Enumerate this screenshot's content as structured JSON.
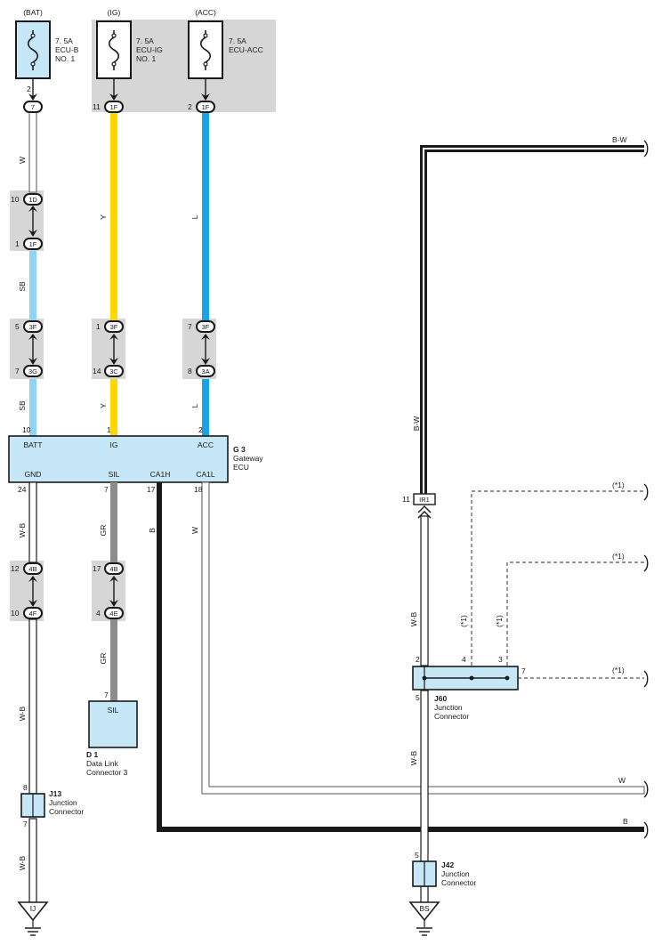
{
  "fuses": [
    {
      "supply": "(BAT)",
      "rating": "7. 5A",
      "name1": "ECU-B",
      "name2": "NO. 1",
      "pin": "2",
      "connector": "7"
    },
    {
      "supply": "(IG)",
      "rating": "7. 5A",
      "name1": "ECU-IG",
      "name2": "NO. 1",
      "pin": "11",
      "connector": "1F"
    },
    {
      "supply": "(ACC)",
      "rating": "7. 5A",
      "name1": "ECU-ACC",
      "name2": "",
      "pin": "2",
      "connector": "1F"
    }
  ],
  "wire_labels": {
    "w": "W",
    "y": "Y",
    "l": "L",
    "sb": "SB",
    "wb": "W-B",
    "gr": "GR",
    "b": "B",
    "bw": "B-W"
  },
  "inline_connectors": {
    "c1d": {
      "pin": "10",
      "label": "1D"
    },
    "c1f": {
      "pin": "1",
      "label": "1F"
    },
    "c3f_bat": {
      "pin": "5",
      "label": "3F"
    },
    "c3g": {
      "pin": "7",
      "label": "3G"
    },
    "c3f_ig": {
      "pin": "1",
      "label": "3F"
    },
    "c3c": {
      "pin": "14",
      "label": "3C"
    },
    "c3f_acc": {
      "pin": "7",
      "label": "3F"
    },
    "c3a": {
      "pin": "8",
      "label": "3A"
    },
    "c4b_gnd": {
      "pin": "12",
      "label": "4B"
    },
    "c4f": {
      "pin": "10",
      "label": "4F"
    },
    "c4b_sil": {
      "pin": "17",
      "label": "4B"
    },
    "c4e": {
      "pin": "4",
      "label": "4E"
    },
    "ir1": {
      "pin": "11",
      "label": "IR1"
    }
  },
  "gateway_ecu": {
    "id": "G 3",
    "name1": "Gateway",
    "name2": "ECU",
    "top_terminals": [
      {
        "pin": "10",
        "name": "BATT"
      },
      {
        "pin": "1",
        "name": "IG"
      },
      {
        "pin": "2",
        "name": "ACC"
      }
    ],
    "bottom_terminals": [
      {
        "pin": "24",
        "name": "GND"
      },
      {
        "pin": "7",
        "name": "SIL"
      },
      {
        "pin": "17",
        "name": "CA1H"
      },
      {
        "pin": "18",
        "name": "CA1L"
      }
    ]
  },
  "dlc": {
    "id": "D 1",
    "name1": "Data Link",
    "name2": "Connector 3",
    "pin": "7",
    "terminal": "SIL"
  },
  "j13": {
    "id": "J13",
    "name1": "Junction",
    "name2": "Connector",
    "pin_top": "8",
    "pin_bottom": "7"
  },
  "j60": {
    "id": "J60",
    "name1": "Junction",
    "name2": "Connector",
    "pins": {
      "p2": "2",
      "p4": "4",
      "p3": "3",
      "p7": "7",
      "p5": "5"
    }
  },
  "j42": {
    "id": "J42",
    "name1": "Junction",
    "name2": "Connector",
    "pin": "5"
  },
  "grounds": {
    "ij": "IJ",
    "bs": "BS"
  },
  "notes": {
    "star1": "(*1)"
  },
  "colors": {
    "yellow": "#ffd800",
    "blue": "#1aa3e8",
    "sky_blue": "#8fd3f5",
    "gray": "#8c8c8c",
    "component": "#c5e7f7",
    "shade": "#d6d6d6",
    "line": "#1a1a1a"
  }
}
